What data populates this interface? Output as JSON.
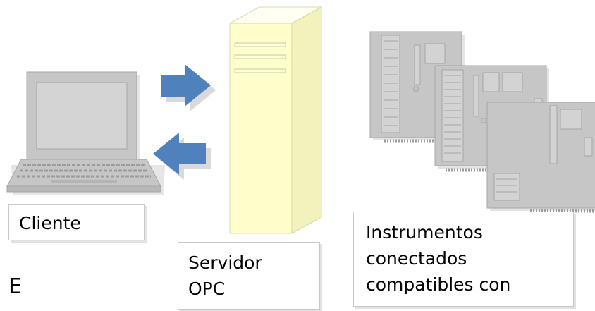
{
  "labels": {
    "cliente": "Cliente",
    "servidor": [
      "Servidor",
      "OPC"
    ],
    "instrumentos": [
      "Instrumentos",
      "conectados",
      "compatibles con"
    ],
    "stray_letter": "E"
  },
  "icons": {
    "client": "laptop-icon",
    "server": "server-tower-icon",
    "request_arrow": "arrow-right-icon",
    "response_arrow": "arrow-left-icon",
    "instruments": "circuit-board-icon"
  },
  "colors": {
    "arrow_fill": "#4f81bd",
    "server_fill": "#ffffcc",
    "device_fill": "#c6c6c6",
    "device_stroke": "#a6a6a6",
    "label_border": "#c8c8c8"
  }
}
